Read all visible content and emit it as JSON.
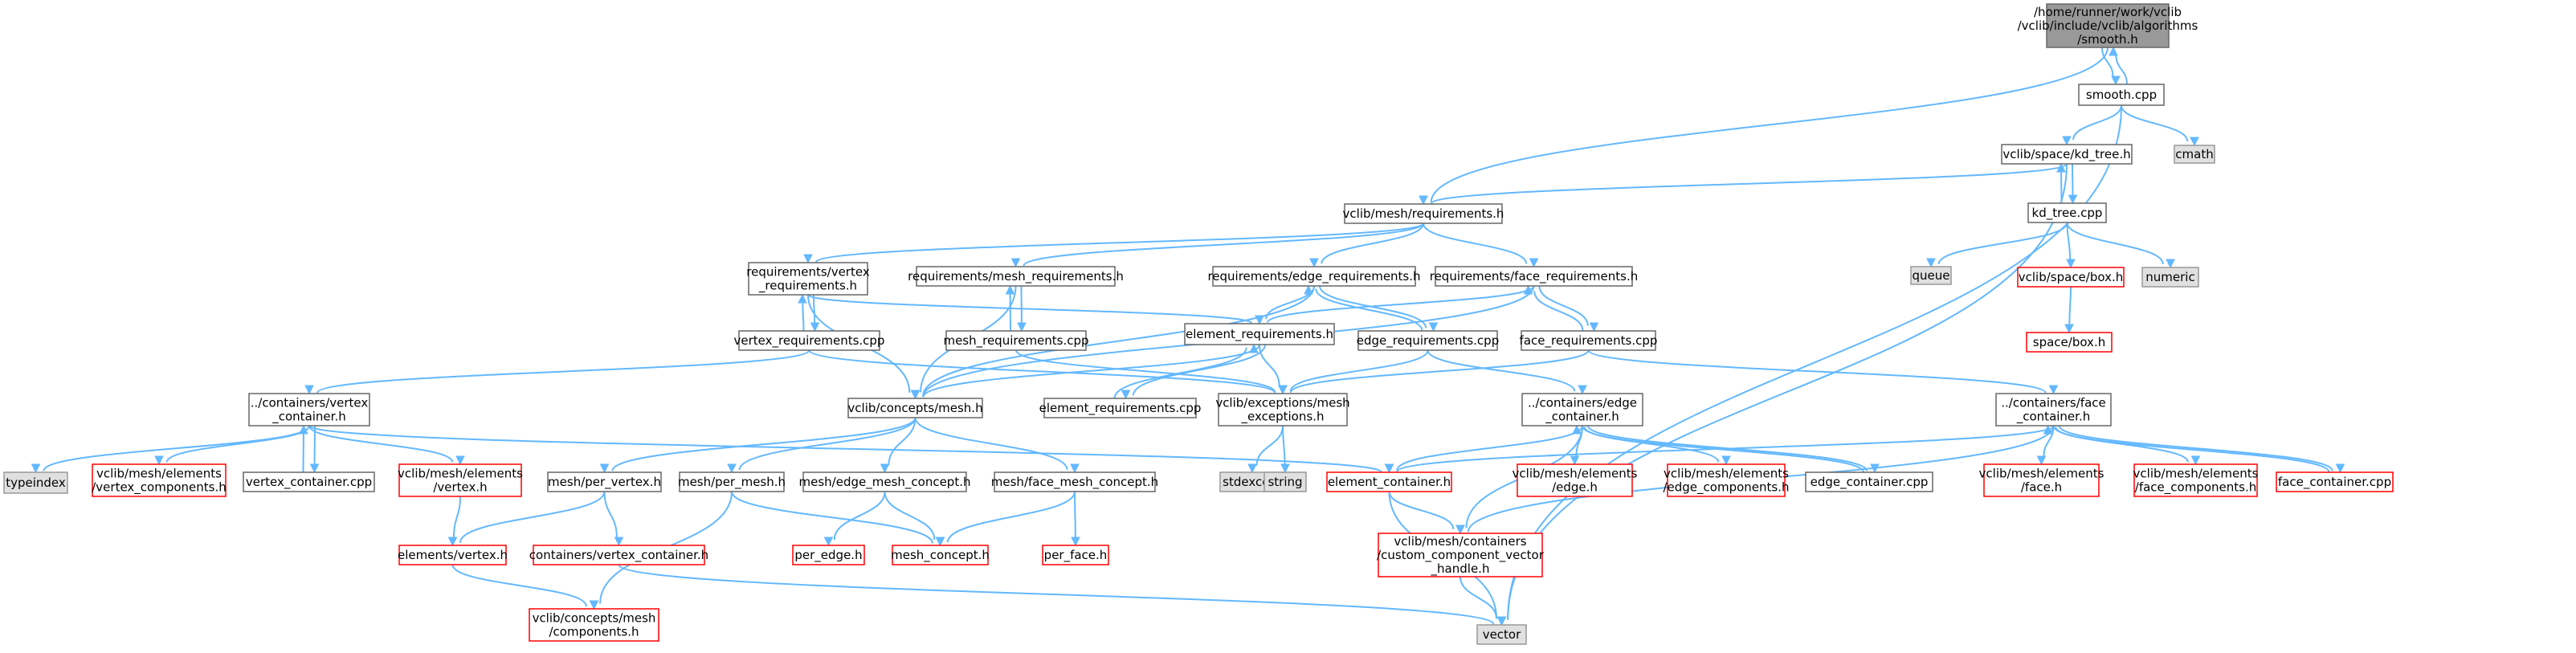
{
  "colors": {
    "edge": "#63B8FF",
    "root_fill": "#999999",
    "root_stroke": "#666666",
    "node_fill": "#ffffff",
    "node_stroke": "#666666",
    "truncated_stroke": "#ff0000",
    "system_fill": "#e0e0e0",
    "system_stroke": "#999999"
  },
  "nodes": {
    "root": {
      "label": [
        "/home/runner/work/vclib",
        "/vclib/include/vclib/algorithms",
        "/smooth.h"
      ],
      "kind": "root"
    },
    "smooth_cpp": {
      "label": [
        "smooth.cpp"
      ],
      "kind": "normal"
    },
    "cmath": {
      "label": [
        "cmath"
      ],
      "kind": "system"
    },
    "kd_tree_h": {
      "label": [
        "vclib/space/kd_tree.h"
      ],
      "kind": "normal"
    },
    "kd_tree_cpp": {
      "label": [
        "kd_tree.cpp"
      ],
      "kind": "normal"
    },
    "queue": {
      "label": [
        "queue"
      ],
      "kind": "system"
    },
    "space_box_h_a": {
      "label": [
        "vclib/space/box.h"
      ],
      "kind": "truncated"
    },
    "numeric": {
      "label": [
        "numeric"
      ],
      "kind": "system"
    },
    "space_box_h_b": {
      "label": [
        "space/box.h"
      ],
      "kind": "truncated"
    },
    "mesh_requirements_h": {
      "label": [
        "vclib/mesh/requirements.h"
      ],
      "kind": "normal"
    },
    "req_vertex_h": {
      "label": [
        "requirements/vertex",
        "_requirements.h"
      ],
      "kind": "normal"
    },
    "req_mesh_h": {
      "label": [
        "requirements/mesh_requirements.h"
      ],
      "kind": "normal"
    },
    "req_edge_h": {
      "label": [
        "requirements/edge_requirements.h"
      ],
      "kind": "normal"
    },
    "req_face_h": {
      "label": [
        "requirements/face_requirements.h"
      ],
      "kind": "normal"
    },
    "vertex_req_cpp": {
      "label": [
        "vertex_requirements.cpp"
      ],
      "kind": "normal"
    },
    "mesh_req_cpp": {
      "label": [
        "mesh_requirements.cpp"
      ],
      "kind": "normal"
    },
    "element_req_h": {
      "label": [
        "element_requirements.h"
      ],
      "kind": "normal"
    },
    "edge_req_cpp": {
      "label": [
        "edge_requirements.cpp"
      ],
      "kind": "normal"
    },
    "face_req_cpp": {
      "label": [
        "face_requirements.cpp"
      ],
      "kind": "normal"
    },
    "cont_vertex_h": {
      "label": [
        "../containers/vertex",
        "_container.h"
      ],
      "kind": "normal"
    },
    "concepts_mesh_h": {
      "label": [
        "vclib/concepts/mesh.h"
      ],
      "kind": "normal"
    },
    "element_req_cpp": {
      "label": [
        "element_requirements.cpp"
      ],
      "kind": "normal"
    },
    "exceptions_h": {
      "label": [
        "vclib/exceptions/mesh",
        "_exceptions.h"
      ],
      "kind": "normal"
    },
    "cont_edge_h": {
      "label": [
        "../containers/edge",
        "_container.h"
      ],
      "kind": "normal"
    },
    "cont_face_h": {
      "label": [
        "../containers/face",
        "_container.h"
      ],
      "kind": "normal"
    },
    "typeindex": {
      "label": [
        "typeindex"
      ],
      "kind": "system"
    },
    "elem_vertex_comp_h": {
      "label": [
        "vclib/mesh/elements",
        "/vertex_components.h"
      ],
      "kind": "truncated"
    },
    "vertex_container_cpp": {
      "label": [
        "vertex_container.cpp"
      ],
      "kind": "normal"
    },
    "elem_vertex_h": {
      "label": [
        "vclib/mesh/elements",
        "/vertex.h"
      ],
      "kind": "truncated"
    },
    "mesh_per_vertex_h": {
      "label": [
        "mesh/per_vertex.h"
      ],
      "kind": "normal"
    },
    "mesh_per_mesh_h": {
      "label": [
        "mesh/per_mesh.h"
      ],
      "kind": "normal"
    },
    "edge_mesh_concept_h": {
      "label": [
        "mesh/edge_mesh_concept.h"
      ],
      "kind": "normal"
    },
    "face_mesh_concept_h": {
      "label": [
        "mesh/face_mesh_concept.h"
      ],
      "kind": "normal"
    },
    "stdexcept": {
      "label": [
        "stdexcept"
      ],
      "kind": "system"
    },
    "string": {
      "label": [
        "string"
      ],
      "kind": "system"
    },
    "element_container_h": {
      "label": [
        "element_container.h"
      ],
      "kind": "truncated"
    },
    "elem_edge_h": {
      "label": [
        "vclib/mesh/elements",
        "/edge.h"
      ],
      "kind": "truncated"
    },
    "elem_edge_comp_h": {
      "label": [
        "vclib/mesh/elements",
        "/edge_components.h"
      ],
      "kind": "truncated"
    },
    "edge_container_cpp": {
      "label": [
        "edge_container.cpp"
      ],
      "kind": "normal"
    },
    "elem_face_h": {
      "label": [
        "vclib/mesh/elements",
        "/face.h"
      ],
      "kind": "truncated"
    },
    "elem_face_comp_h": {
      "label": [
        "vclib/mesh/elements",
        "/face_components.h"
      ],
      "kind": "truncated"
    },
    "face_container_cpp": {
      "label": [
        "face_container.cpp"
      ],
      "kind": "truncated"
    },
    "elements_vertex_h": {
      "label": [
        "elements/vertex.h"
      ],
      "kind": "truncated"
    },
    "cont_vertex_container_h": {
      "label": [
        "containers/vertex_container.h"
      ],
      "kind": "truncated"
    },
    "per_edge_h": {
      "label": [
        "per_edge.h"
      ],
      "kind": "truncated"
    },
    "mesh_concept_h": {
      "label": [
        "mesh_concept.h"
      ],
      "kind": "truncated"
    },
    "per_face_h": {
      "label": [
        "per_face.h"
      ],
      "kind": "truncated"
    },
    "custom_comp_vec_h": {
      "label": [
        "vclib/mesh/containers",
        "/custom_component_vector",
        "_handle.h"
      ],
      "kind": "truncated"
    },
    "concepts_mesh_comp_h": {
      "label": [
        "vclib/concepts/mesh",
        "/components.h"
      ],
      "kind": "truncated"
    },
    "vector": {
      "label": [
        "vector"
      ],
      "kind": "system"
    }
  },
  "edges": [
    [
      "smooth_cpp",
      "root"
    ],
    [
      "root",
      "smooth_cpp"
    ],
    [
      "smooth_cpp",
      "kd_tree_h"
    ],
    [
      "smooth_cpp",
      "cmath"
    ],
    [
      "smooth_cpp",
      "vector"
    ],
    [
      "root",
      "mesh_requirements_h"
    ],
    [
      "kd_tree_h",
      "mesh_requirements_h"
    ],
    [
      "kd_tree_h",
      "kd_tree_cpp"
    ],
    [
      "kd_tree_cpp",
      "kd_tree_h"
    ],
    [
      "kd_tree_h",
      "vector"
    ],
    [
      "kd_tree_cpp",
      "queue"
    ],
    [
      "kd_tree_cpp",
      "space_box_h_a"
    ],
    [
      "kd_tree_cpp",
      "numeric"
    ],
    [
      "space_box_h_a",
      "space_box_h_b"
    ],
    [
      "mesh_requirements_h",
      "req_vertex_h"
    ],
    [
      "mesh_requirements_h",
      "req_mesh_h"
    ],
    [
      "mesh_requirements_h",
      "req_edge_h"
    ],
    [
      "mesh_requirements_h",
      "req_face_h"
    ],
    [
      "req_vertex_h",
      "vertex_req_cpp"
    ],
    [
      "vertex_req_cpp",
      "req_vertex_h"
    ],
    [
      "req_vertex_h",
      "element_req_h"
    ],
    [
      "req_vertex_h",
      "concepts_mesh_h"
    ],
    [
      "req_mesh_h",
      "mesh_req_cpp"
    ],
    [
      "mesh_req_cpp",
      "req_mesh_h"
    ],
    [
      "req_mesh_h",
      "concepts_mesh_h"
    ],
    [
      "req_edge_h",
      "element_req_h"
    ],
    [
      "req_edge_h",
      "edge_req_cpp"
    ],
    [
      "edge_req_cpp",
      "req_edge_h"
    ],
    [
      "req_edge_h",
      "concepts_mesh_h"
    ],
    [
      "req_face_h",
      "element_req_h"
    ],
    [
      "req_face_h",
      "face_req_cpp"
    ],
    [
      "face_req_cpp",
      "req_face_h"
    ],
    [
      "req_face_h",
      "concepts_mesh_h"
    ],
    [
      "vertex_req_cpp",
      "cont_vertex_h"
    ],
    [
      "vertex_req_cpp",
      "exceptions_h"
    ],
    [
      "mesh_req_cpp",
      "exceptions_h"
    ],
    [
      "element_req_h",
      "concepts_mesh_h"
    ],
    [
      "element_req_h",
      "element_req_cpp"
    ],
    [
      "element_req_cpp",
      "element_req_h"
    ],
    [
      "element_req_h",
      "exceptions_h"
    ],
    [
      "edge_req_cpp",
      "cont_edge_h"
    ],
    [
      "edge_req_cpp",
      "exceptions_h"
    ],
    [
      "face_req_cpp",
      "cont_face_h"
    ],
    [
      "face_req_cpp",
      "exceptions_h"
    ],
    [
      "cont_vertex_h",
      "typeindex"
    ],
    [
      "cont_vertex_h",
      "elem_vertex_comp_h"
    ],
    [
      "cont_vertex_h",
      "vertex_container_cpp"
    ],
    [
      "vertex_container_cpp",
      "cont_vertex_h"
    ],
    [
      "cont_vertex_h",
      "elem_vertex_h"
    ],
    [
      "cont_vertex_h",
      "element_container_h"
    ],
    [
      "concepts_mesh_h",
      "mesh_per_vertex_h"
    ],
    [
      "concepts_mesh_h",
      "mesh_per_mesh_h"
    ],
    [
      "concepts_mesh_h",
      "edge_mesh_concept_h"
    ],
    [
      "concepts_mesh_h",
      "face_mesh_concept_h"
    ],
    [
      "exceptions_h",
      "stdexcept"
    ],
    [
      "exceptions_h",
      "string"
    ],
    [
      "cont_edge_h",
      "element_container_h"
    ],
    [
      "cont_edge_h",
      "elem_edge_h"
    ],
    [
      "cont_edge_h",
      "elem_edge_comp_h"
    ],
    [
      "cont_edge_h",
      "edge_container_cpp"
    ],
    [
      "edge_container_cpp",
      "cont_edge_h"
    ],
    [
      "cont_edge_h",
      "custom_comp_vec_h"
    ],
    [
      "cont_face_h",
      "element_container_h"
    ],
    [
      "cont_face_h",
      "elem_face_h"
    ],
    [
      "cont_face_h",
      "elem_face_comp_h"
    ],
    [
      "cont_face_h",
      "face_container_cpp"
    ],
    [
      "face_container_cpp",
      "cont_face_h"
    ],
    [
      "cont_face_h",
      "custom_comp_vec_h"
    ],
    [
      "elem_vertex_h",
      "elements_vertex_h"
    ],
    [
      "mesh_per_vertex_h",
      "elements_vertex_h"
    ],
    [
      "mesh_per_vertex_h",
      "cont_vertex_container_h"
    ],
    [
      "mesh_per_mesh_h",
      "mesh_concept_h"
    ],
    [
      "mesh_per_mesh_h",
      "concepts_mesh_comp_h"
    ],
    [
      "edge_mesh_concept_h",
      "per_edge_h"
    ],
    [
      "edge_mesh_concept_h",
      "mesh_concept_h"
    ],
    [
      "face_mesh_concept_h",
      "mesh_concept_h"
    ],
    [
      "face_mesh_concept_h",
      "per_face_h"
    ],
    [
      "element_container_h",
      "custom_comp_vec_h"
    ],
    [
      "element_container_h",
      "vector"
    ],
    [
      "custom_comp_vec_h",
      "vector"
    ],
    [
      "elements_vertex_h",
      "concepts_mesh_comp_h"
    ],
    [
      "cont_vertex_container_h",
      "vector"
    ]
  ]
}
